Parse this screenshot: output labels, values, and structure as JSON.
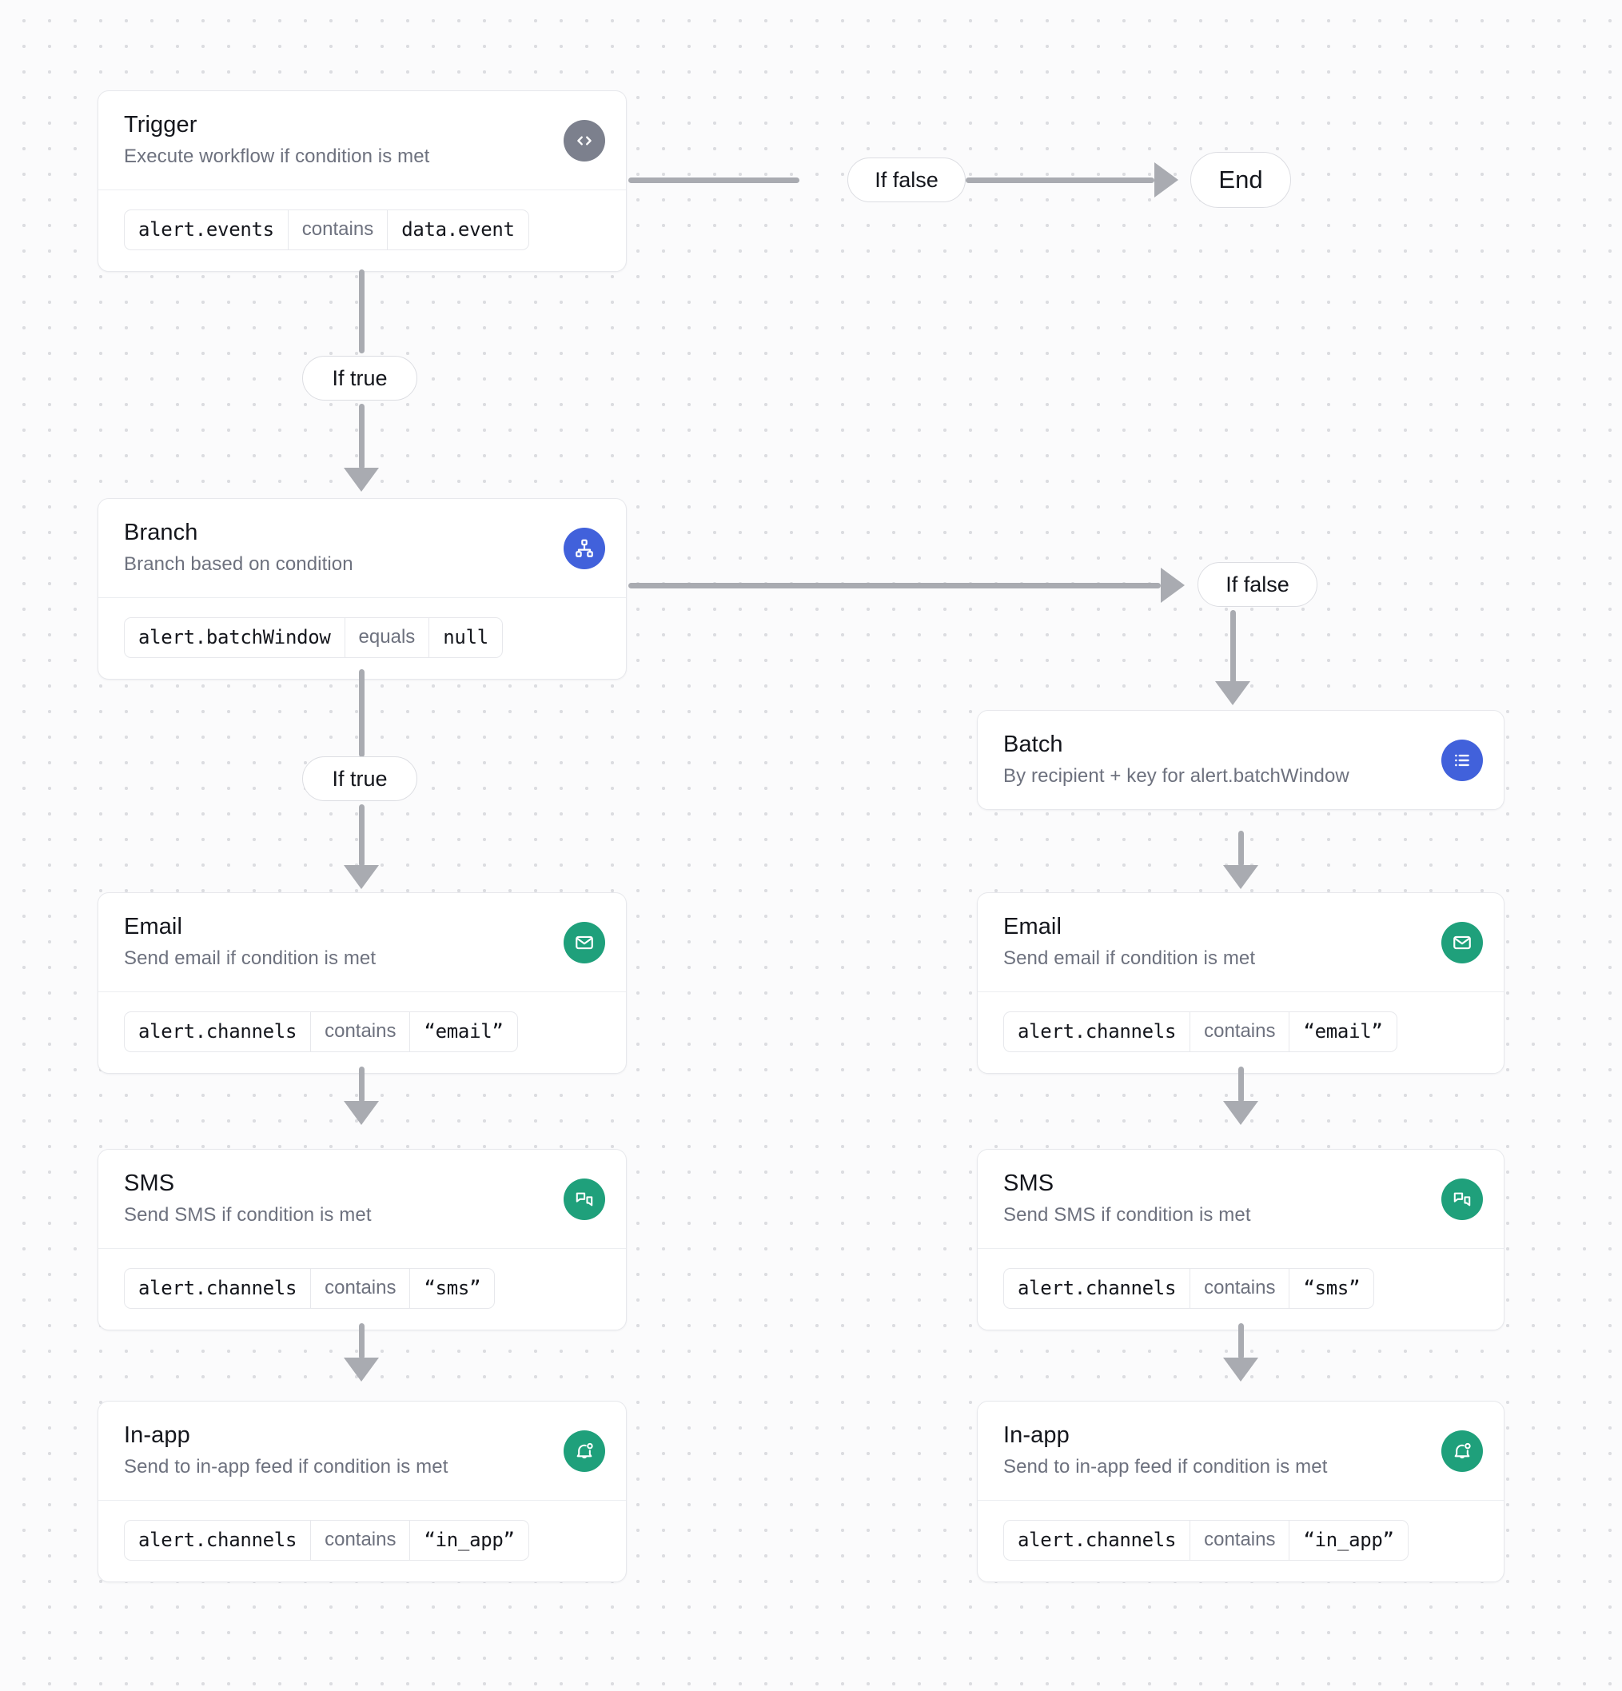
{
  "canvas": {
    "background": "#fbfbfc",
    "dot_color": "#dcdde1",
    "connector_color": "#a9abb1"
  },
  "colors": {
    "trigger_icon": "#7c808d",
    "branch_icon": "#4161db",
    "batch_icon": "#4161db",
    "channel_icon": "#1fa07b",
    "card_border": "#e7e8ec",
    "title_text": "#14161c",
    "subtitle_text": "#6d717e"
  },
  "nodes": {
    "trigger": {
      "title": "Trigger",
      "subtitle": "Execute workflow if condition is met",
      "icon": "code-brackets-icon",
      "condition": {
        "field": "alert.events",
        "operator": "contains",
        "value": "data.event"
      }
    },
    "branch": {
      "title": "Branch",
      "subtitle": "Branch based on condition",
      "icon": "hierarchy-icon",
      "condition": {
        "field": "alert.batchWindow",
        "operator": "equals",
        "value": "null"
      }
    },
    "batch": {
      "title": "Batch",
      "subtitle": "By recipient + key for alert.batchWindow",
      "icon": "list-icon"
    },
    "email_left": {
      "title": "Email",
      "subtitle": "Send email if condition is met",
      "icon": "envelope-icon",
      "condition": {
        "field": "alert.channels",
        "operator": "contains",
        "value": "“email”"
      }
    },
    "sms_left": {
      "title": "SMS",
      "subtitle": "Send SMS if condition is met",
      "icon": "chat-bubbles-icon",
      "condition": {
        "field": "alert.channels",
        "operator": "contains",
        "value": "“sms”"
      }
    },
    "inapp_left": {
      "title": "In-app",
      "subtitle": "Send to in-app feed if condition is met",
      "icon": "bell-dot-icon",
      "condition": {
        "field": "alert.channels",
        "operator": "contains",
        "value": "“in_app”"
      }
    },
    "email_right": {
      "title": "Email",
      "subtitle": "Send email if condition is met",
      "icon": "envelope-icon",
      "condition": {
        "field": "alert.channels",
        "operator": "contains",
        "value": "“email”"
      }
    },
    "sms_right": {
      "title": "SMS",
      "subtitle": "Send SMS if condition is met",
      "icon": "chat-bubbles-icon",
      "condition": {
        "field": "alert.channels",
        "operator": "contains",
        "value": "“sms”"
      }
    },
    "inapp_right": {
      "title": "In-app",
      "subtitle": "Send to in-app feed if condition is met",
      "icon": "bell-dot-icon",
      "condition": {
        "field": "alert.channels",
        "operator": "contains",
        "value": "“in_app”"
      }
    }
  },
  "labels": {
    "trigger_false": "If false",
    "end": "End",
    "trigger_true": "If true",
    "branch_false": "If false",
    "branch_true": "If true"
  }
}
